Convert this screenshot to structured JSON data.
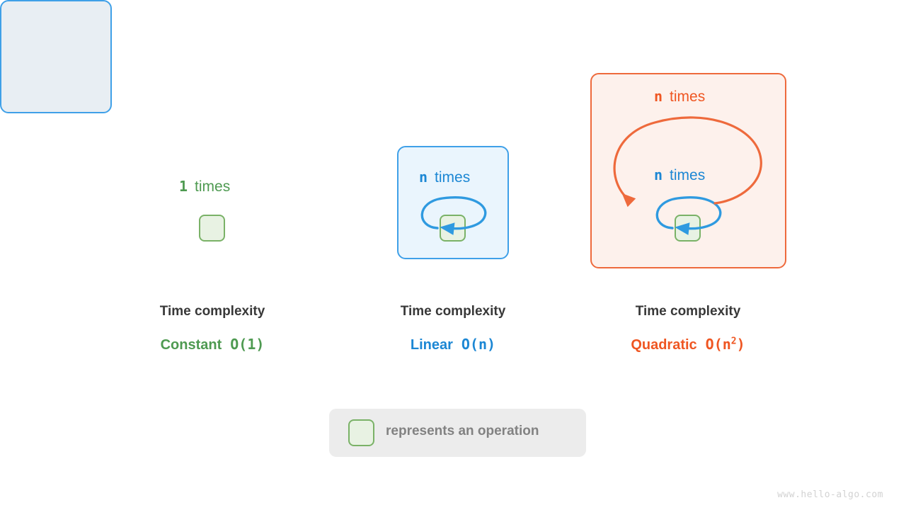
{
  "diagram": {
    "title_hidden": "",
    "columns": [
      {
        "id": "constant",
        "loop_label_count": "1",
        "loop_label_word": "times",
        "caption_title": "Time complexity",
        "caption_name": "Constant",
        "caption_bigo_prefix": "O(1)",
        "color": "#4e9a51"
      },
      {
        "id": "linear",
        "loop_label_count": "n",
        "loop_label_word": "times",
        "caption_title": "Time complexity",
        "caption_name": "Linear",
        "caption_bigo_prefix": "O(n)",
        "color": "#1c87d4"
      },
      {
        "id": "quadratic",
        "outer_loop_label_count": "n",
        "outer_loop_label_word": "times",
        "inner_loop_label_count": "n",
        "inner_loop_label_word": "times",
        "caption_title": "Time complexity",
        "caption_name": "Quadratic",
        "caption_bigo_open": "O(n",
        "caption_bigo_exp": "2",
        "caption_bigo_close": ")",
        "color": "#ef5622"
      }
    ]
  },
  "legend": {
    "text": "represents an operation",
    "swatch_fill": "#e8f2e3",
    "swatch_border": "#7ab267",
    "background": "#ececec",
    "text_color": "#828282"
  },
  "watermark": {
    "text": "www.hello-algo.com"
  },
  "palette": {
    "green_text": "#4e9a51",
    "green_fill": "#e8f2e3",
    "green_border": "#7ab267",
    "blue_text": "#1c87d4",
    "blue_border": "#3fa0e8",
    "blue_fill": "#eaf5fd",
    "blue_fill_on_orange": "#e8eef3",
    "orange_text": "#ef5622",
    "orange_border": "#ee6a3c",
    "orange_fill": "#fdf1ec",
    "title_text": "#383838",
    "background": "#ffffff"
  }
}
